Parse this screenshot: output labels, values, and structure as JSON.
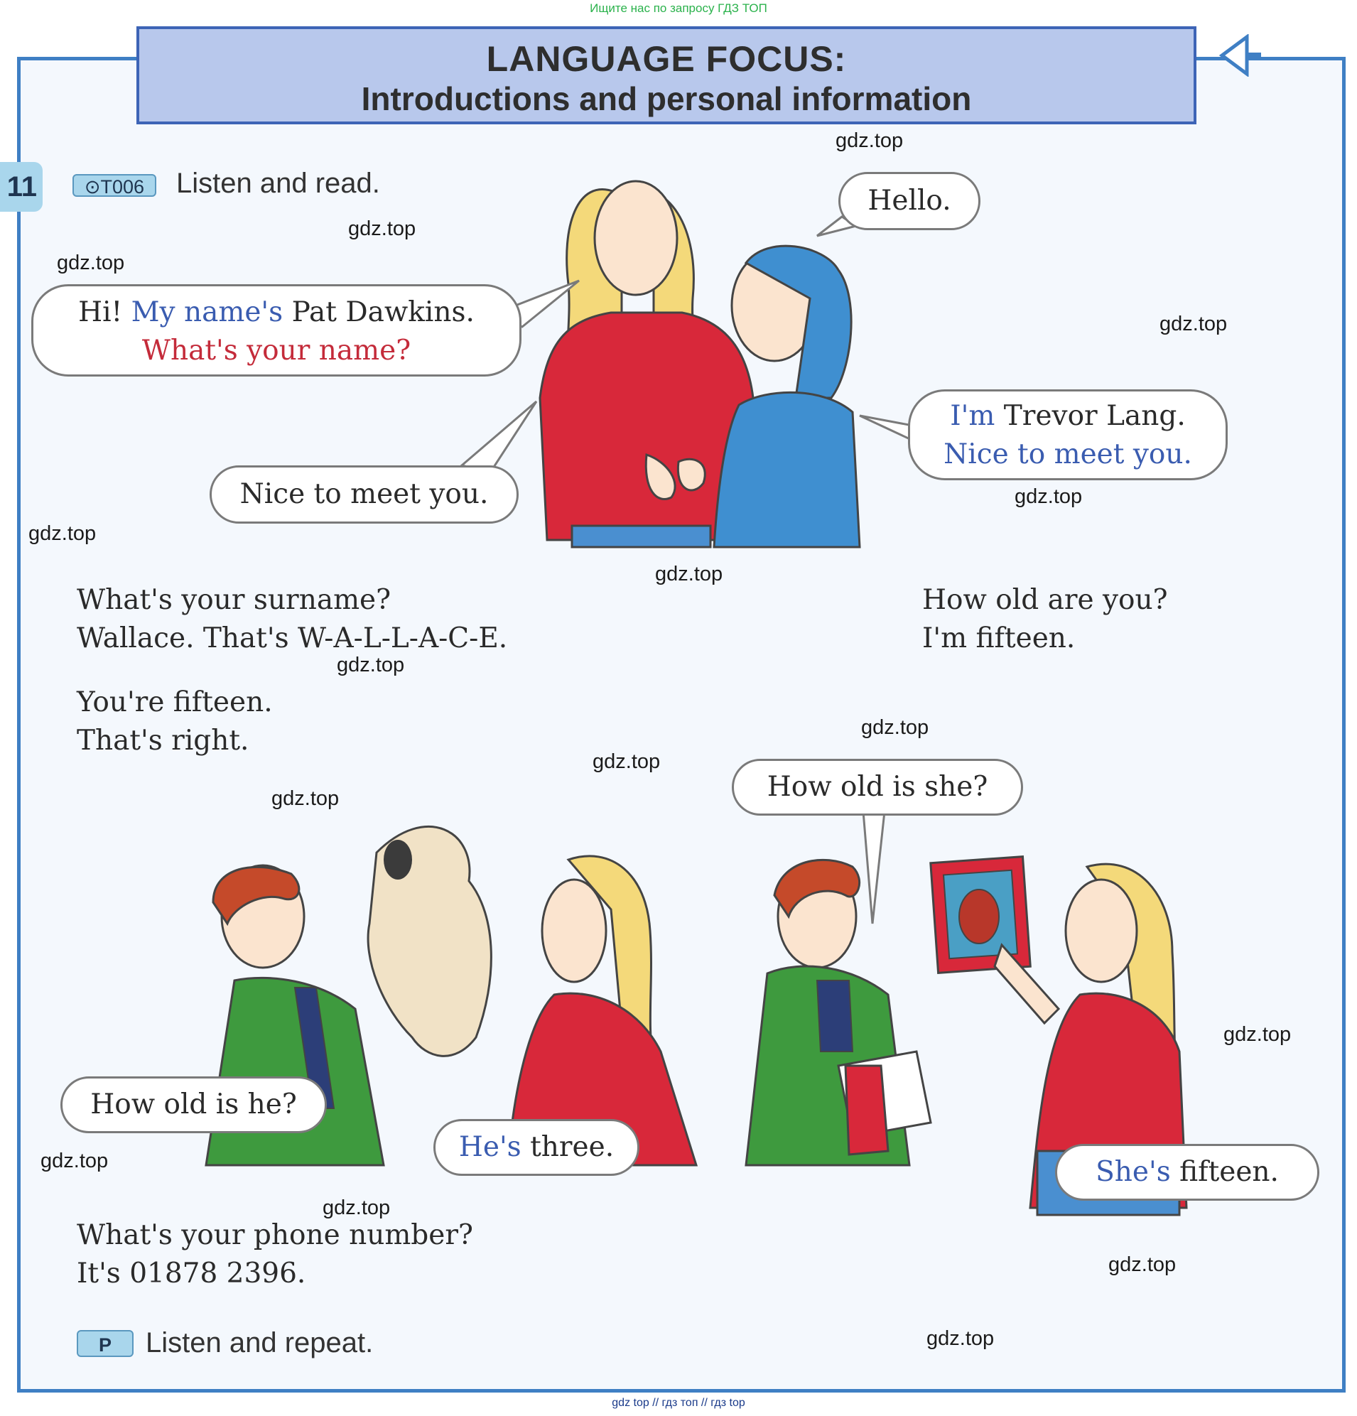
{
  "top_note": "Ищите нас по запросу ГДЗ ТОП",
  "bottom_note": "gdz top  //  гдз топ  //  гдз top",
  "banner": {
    "line1": "LANGUAGE FOCUS:",
    "line2": "Introductions and personal information"
  },
  "exercise": {
    "number": "11",
    "track": "⊙T006",
    "instruction": "Listen and read."
  },
  "bubbles": {
    "hello": "Hello.",
    "pat_part1": "Hi!",
    "pat_part2": "My name's",
    "pat_part3": "Pat Dawkins.",
    "pat_question": "What's your name?",
    "trevor_part1": "I'm",
    "trevor_part2": "Trevor Lang.",
    "trevor_line2": "Nice to meet you.",
    "nice": "Nice to meet you.",
    "how_old_she": "How old is she?",
    "how_old_he": "How old is he?",
    "hes_part1": "He's",
    "hes_part2": "three.",
    "shes_part1": "She's",
    "shes_part2": "fifteen."
  },
  "dialogues": {
    "surname_q": "What's your surname?",
    "surname_a": "Wallace. That's W-A-L-L-A-C-E.",
    "age_q": "How old are you?",
    "age_a": "I'm fifteen.",
    "confirm_q": "You're fifteen.",
    "confirm_a": "That's right.",
    "phone_q": "What's your phone number?",
    "phone_a": "It's 01878 2396."
  },
  "pronunciation": {
    "badge": "P",
    "instruction": "Listen and repeat."
  },
  "watermark": "gdz.top",
  "colors": {
    "frame": "#3f7fc4",
    "banner_bg": "#b8c8ec",
    "banner_border": "#3d64b6",
    "blue_text": "#3a5cb0",
    "red_text": "#c42b3a",
    "shirt_red": "#d8283a",
    "shirt_blue": "#3f8fd0",
    "jacket_green": "#3e9a3e"
  }
}
